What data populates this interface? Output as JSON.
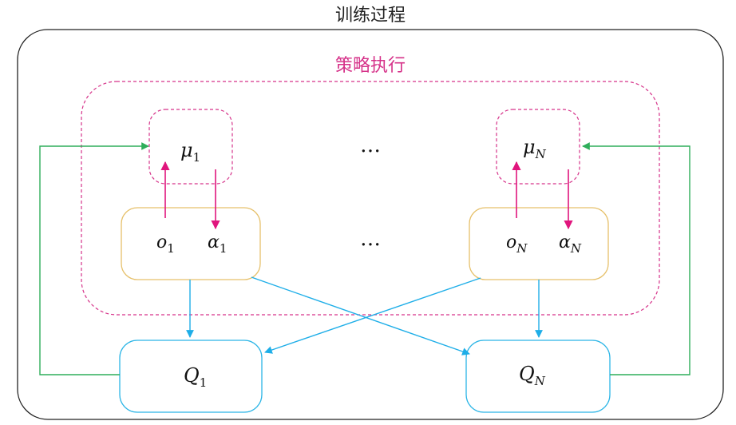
{
  "outer": {
    "title": "训练过程"
  },
  "policy": {
    "title": "策略执行"
  },
  "agents": [
    {
      "policy": "μ",
      "obs": "o",
      "action": "α",
      "critic": "Q",
      "sub": "1"
    },
    {
      "policy": "μ",
      "obs": "o",
      "action": "α",
      "critic": "Q",
      "sub": "N"
    }
  ],
  "ellipsis": "…",
  "colors": {
    "outer_border": "#222222",
    "policy_border": "#d6338a",
    "agent_box_border": "#e6c06a",
    "critic_box_border": "#2bb5e6",
    "magenta_arrow": "#e0157d",
    "blue_arrow": "#1eaee8",
    "green_line": "#2fae5a",
    "title_policy": "#d6338a"
  }
}
